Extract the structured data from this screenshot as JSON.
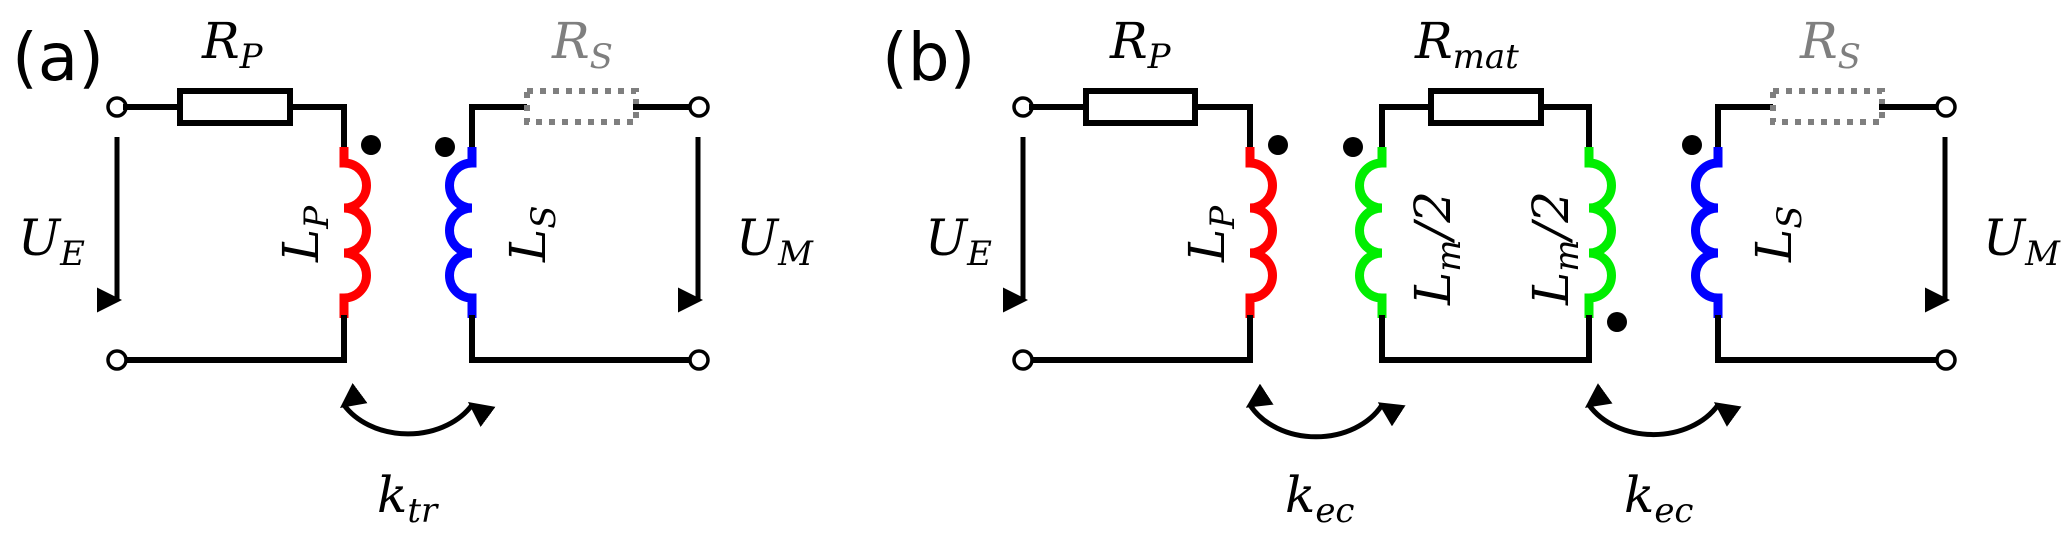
{
  "figure": {
    "panels": [
      {
        "id": "a",
        "label": "(a)",
        "components": {
          "primary_resistor": {
            "symbol": "R",
            "subscript": "P"
          },
          "secondary_resistor": {
            "symbol": "R",
            "subscript": "S",
            "style": "dotted"
          },
          "primary_inductor": {
            "symbol": "L",
            "subscript": "P",
            "color": "#ff0000"
          },
          "secondary_inductor": {
            "symbol": "L",
            "subscript": "S",
            "color": "#0000ff"
          },
          "input_voltage": {
            "symbol": "U",
            "subscript": "E"
          },
          "output_voltage": {
            "symbol": "U",
            "subscript": "M"
          },
          "coupling": {
            "symbol": "k",
            "subscript": "tr"
          }
        }
      },
      {
        "id": "b",
        "label": "(b)",
        "components": {
          "primary_resistor": {
            "symbol": "R",
            "subscript": "P"
          },
          "material_resistor": {
            "symbol": "R",
            "subscript": "mat"
          },
          "secondary_resistor": {
            "symbol": "R",
            "subscript": "S",
            "style": "dotted"
          },
          "primary_inductor": {
            "symbol": "L",
            "subscript": "P",
            "color": "#ff0000"
          },
          "material_inductor_left": {
            "symbol": "L",
            "subscript": "m",
            "suffix": "/2",
            "color": "#00ee00"
          },
          "material_inductor_right": {
            "symbol": "L",
            "subscript": "m",
            "suffix": "/2",
            "color": "#00ee00"
          },
          "secondary_inductor": {
            "symbol": "L",
            "subscript": "S",
            "color": "#0000ff"
          },
          "input_voltage": {
            "symbol": "U",
            "subscript": "E"
          },
          "output_voltage": {
            "symbol": "U",
            "subscript": "M"
          },
          "coupling_left": {
            "symbol": "k",
            "subscript": "ec"
          },
          "coupling_right": {
            "symbol": "k",
            "subscript": "ec"
          }
        }
      }
    ],
    "colors": {
      "primary": "#ff0000",
      "material": "#00ee00",
      "secondary": "#0000ff",
      "dotted_component": "#7f7f7f",
      "wire": "#000000"
    }
  }
}
